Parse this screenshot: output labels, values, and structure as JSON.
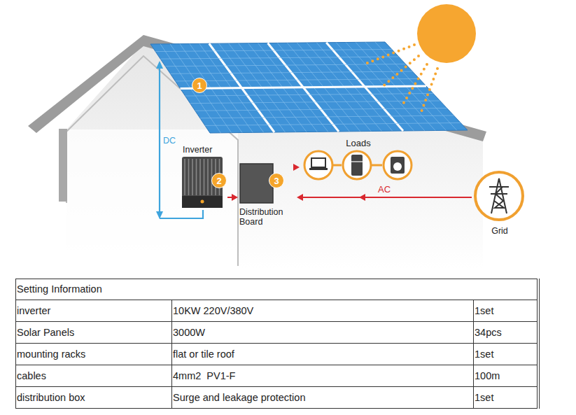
{
  "diagram": {
    "nodes": [
      {
        "text": [
          "1"
        ]
      },
      {
        "text": [
          "Inverter"
        ]
      },
      {
        "text": [
          "2"
        ],
        "in": 1
      },
      {
        "text": [
          "Distribution Board"
        ]
      },
      {
        "text": [
          "3"
        ],
        "in": 3
      },
      {
        "text": [
          "Loads"
        ]
      },
      {
        "text": [
          "Grid"
        ]
      }
    ],
    "edges": [
      {
        "from": 1,
        "to": 3,
        "arrow": "to"
      },
      {
        "from": 3,
        "to": 5,
        "arrow": "to"
      },
      {
        "from": 6,
        "to": 3,
        "label": "AC",
        "arrow": "to"
      }
    ],
    "labels": [
      "DC",
      "Setting Information",
      "inverter",
      "10KW 220V/380V",
      "1set",
      "Solar Panels",
      "3000W",
      "34pcs",
      "mounting racks",
      "flat or tile roof",
      "1set",
      "cables",
      "4mm2  PV1-F",
      "100m",
      "distribution box",
      "Surge and leakage protection",
      "1set"
    ]
  }
}
